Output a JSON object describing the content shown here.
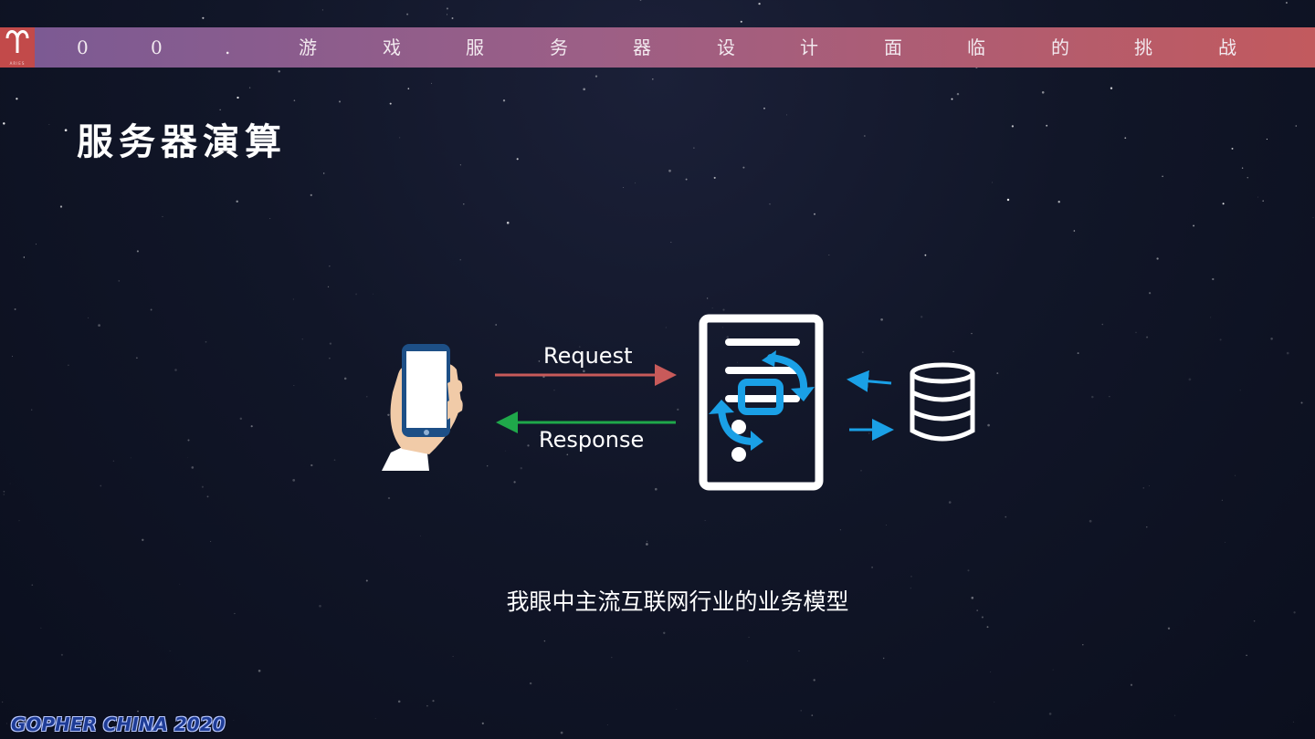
{
  "banner": {
    "chars": [
      "0",
      "0",
      ".",
      "游",
      "戏",
      "服",
      "务",
      "器",
      "设",
      "计",
      "面",
      "临",
      "的",
      "挑",
      "战"
    ]
  },
  "title": "服务器演算",
  "diagram": {
    "request_label": "Request",
    "response_label": "Response"
  },
  "caption": "我眼中主流互联网行业的业务模型",
  "footer": {
    "brand": "GOPHER CHINA 2020"
  },
  "colors": {
    "request_arrow": "#c85a5a",
    "response_arrow": "#1fa84a",
    "accent_blue": "#1aa0e6",
    "banner_start": "#7a5a94",
    "banner_end": "#c25a5e"
  },
  "icons": [
    "aries-logo-icon",
    "phone-in-hand-icon",
    "server-document-icon",
    "sync-icon",
    "database-icon"
  ]
}
